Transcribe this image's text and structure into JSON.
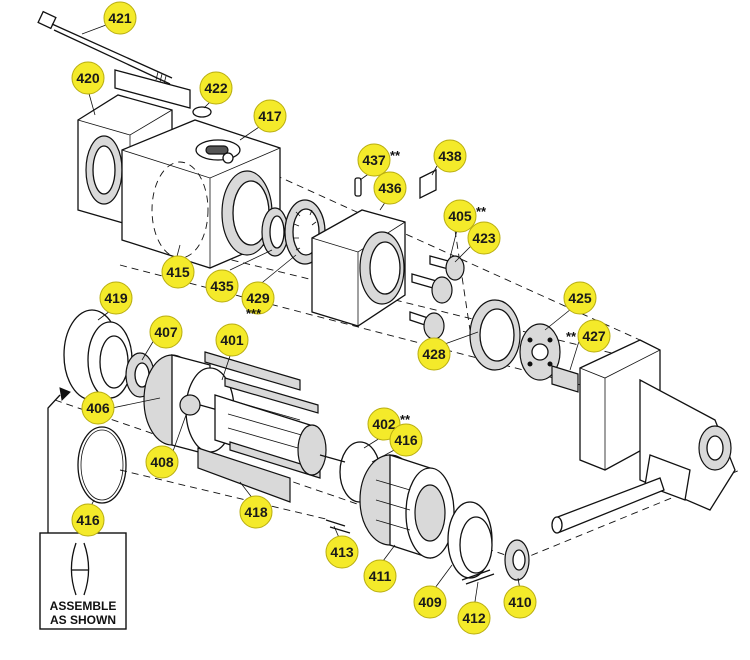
{
  "callouts": [
    {
      "id": "421",
      "label": "421"
    },
    {
      "id": "420",
      "label": "420"
    },
    {
      "id": "422",
      "label": "422"
    },
    {
      "id": "417",
      "label": "417"
    },
    {
      "id": "437",
      "label": "437",
      "suffix": "**"
    },
    {
      "id": "438",
      "label": "438"
    },
    {
      "id": "436",
      "label": "436"
    },
    {
      "id": "405",
      "label": "405",
      "suffix": "**"
    },
    {
      "id": "423",
      "label": "423"
    },
    {
      "id": "415",
      "label": "415"
    },
    {
      "id": "435",
      "label": "435"
    },
    {
      "id": "429",
      "label": "429",
      "suffix": "***"
    },
    {
      "id": "425",
      "label": "425"
    },
    {
      "id": "427",
      "label": "427",
      "prefix": "**"
    },
    {
      "id": "428",
      "label": "428"
    },
    {
      "id": "419",
      "label": "419"
    },
    {
      "id": "407",
      "label": "407"
    },
    {
      "id": "401",
      "label": "401"
    },
    {
      "id": "406",
      "label": "406"
    },
    {
      "id": "402",
      "label": "402",
      "suffix": "**"
    },
    {
      "id": "416a",
      "label": "416"
    },
    {
      "id": "408",
      "label": "408"
    },
    {
      "id": "418",
      "label": "418"
    },
    {
      "id": "413",
      "label": "413"
    },
    {
      "id": "411",
      "label": "411"
    },
    {
      "id": "409",
      "label": "409"
    },
    {
      "id": "412",
      "label": "412"
    },
    {
      "id": "410",
      "label": "410"
    },
    {
      "id": "416b",
      "label": "416"
    }
  ],
  "note": {
    "line1": "ASSEMBLE",
    "line2": "AS SHOWN"
  },
  "colors": {
    "callout_fill": "#f4ea2a",
    "line": "#111111"
  }
}
